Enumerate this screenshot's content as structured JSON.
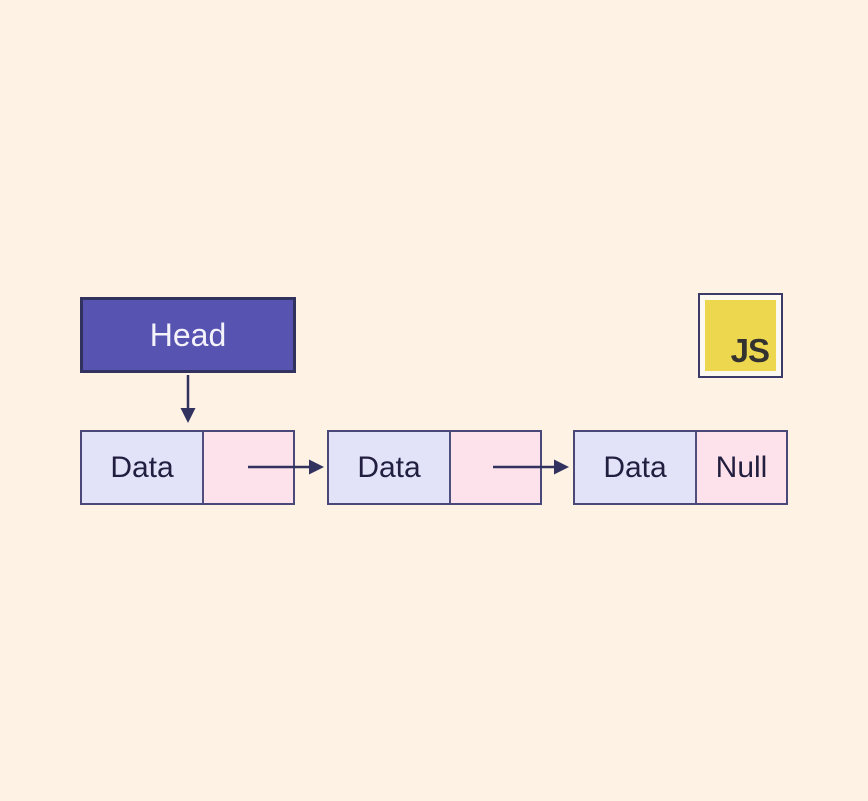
{
  "diagram": {
    "kind": "singly-linked-list",
    "head": {
      "label": "Head"
    },
    "nodes": [
      {
        "data_label": "Data",
        "pointer_label": ""
      },
      {
        "data_label": "Data",
        "pointer_label": ""
      },
      {
        "data_label": "Data",
        "pointer_label": "Null"
      }
    ],
    "badge": {
      "label": "JS"
    },
    "icons": [
      "head-to-node-arrow-icon",
      "next-pointer-arrow-icon",
      "javascript-logo"
    ],
    "colors": {
      "background": "#fdf2e3",
      "head_fill": "#5753b1",
      "head_border": "#32325f",
      "head_text": "#f4f2fb",
      "node_border": "#4a4878",
      "data_cell_fill": "#e2e2f9",
      "pointer_cell_fill": "#fee2eb",
      "node_text": "#221e3f",
      "arrow": "#32325f",
      "js_badge_bg": "#fdf9f1",
      "js_badge_border": "#3b3a68",
      "js_yellow": "#edd74e",
      "js_text": "#343230"
    }
  }
}
